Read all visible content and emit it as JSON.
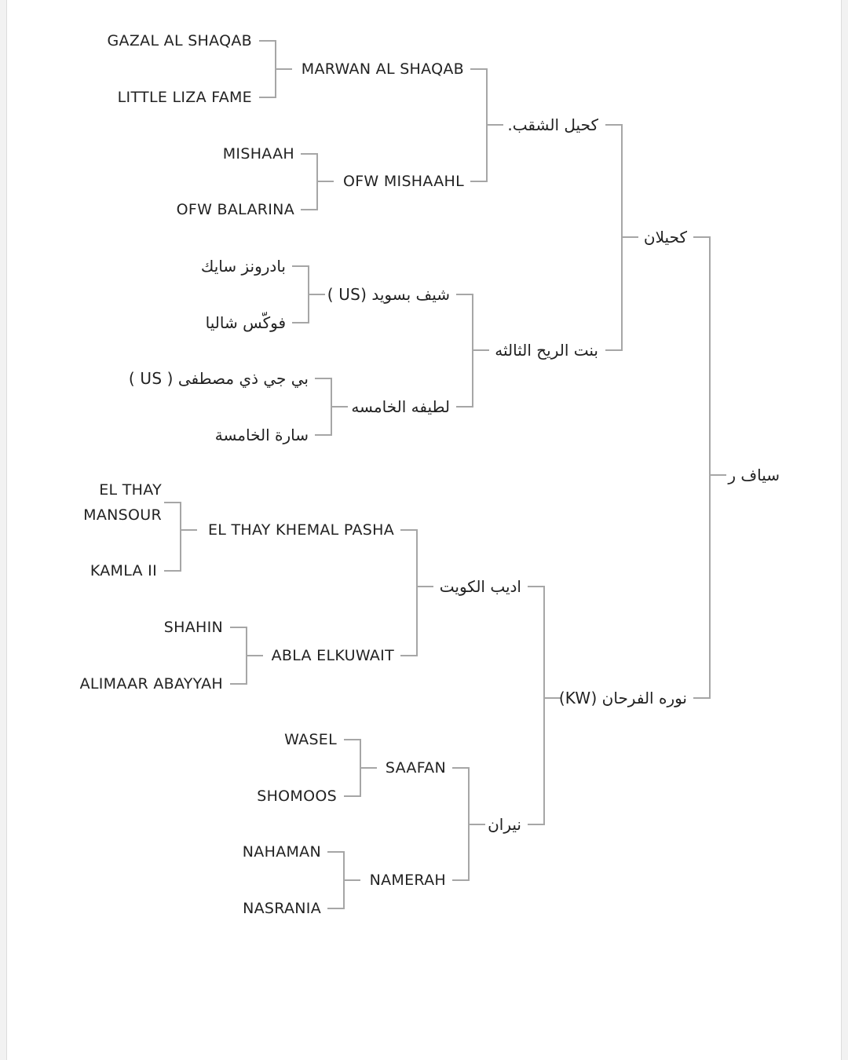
{
  "colors": {
    "background": "#ffffff",
    "line": "#a6a6a6",
    "text": "#222222"
  },
  "pedigree": {
    "horse": "سياف ر",
    "sire": "كحيلان",
    "dam": "نوره الفرحان (KW)",
    "sire_sire": "كحيل الشقب.",
    "sire_dam": "بنت الريح الثالثه",
    "dam_sire": "اديب الكويت",
    "dam_dam": "نيران",
    "g3": {
      "sire_sire_sire": "MARWAN AL SHAQAB",
      "sire_sire_dam": "OFW MISHAAHL",
      "sire_dam_sire": "شيف بسويد (US )",
      "sire_dam_dam": "لطيفه الخامسه",
      "dam_sire_sire": "EL THAY KHEMAL PASHA",
      "dam_sire_dam": "ABLA ELKUWAIT",
      "dam_dam_sire": "SAAFAN",
      "dam_dam_dam": "NAMERAH"
    },
    "g4": {
      "sss_sire": "GAZAL AL SHAQAB",
      "sss_dam": "LITTLE LIZA FAME",
      "ssd_sire": "MISHAAH",
      "ssd_dam": "OFW BALARINA",
      "sds_sire": "بادرونز سايك",
      "sds_dam": "فوكّس شاليا",
      "sdd_sire": "بي جي ذي مصطفى ( US )",
      "sdd_dam": "سارة الخامسة",
      "dss_sire_line1": "EL THAY",
      "dss_sire_line2": "MANSOUR",
      "dss_dam": "KAMLA II",
      "dsd_sire": "SHAHIN",
      "dsd_dam": "ALIMAAR ABAYYAH",
      "dds_sire": "WASEL",
      "dds_dam": "SHOMOOS",
      "ddd_sire": "NAHAMAN",
      "ddd_dam": "NASRANIA"
    }
  }
}
